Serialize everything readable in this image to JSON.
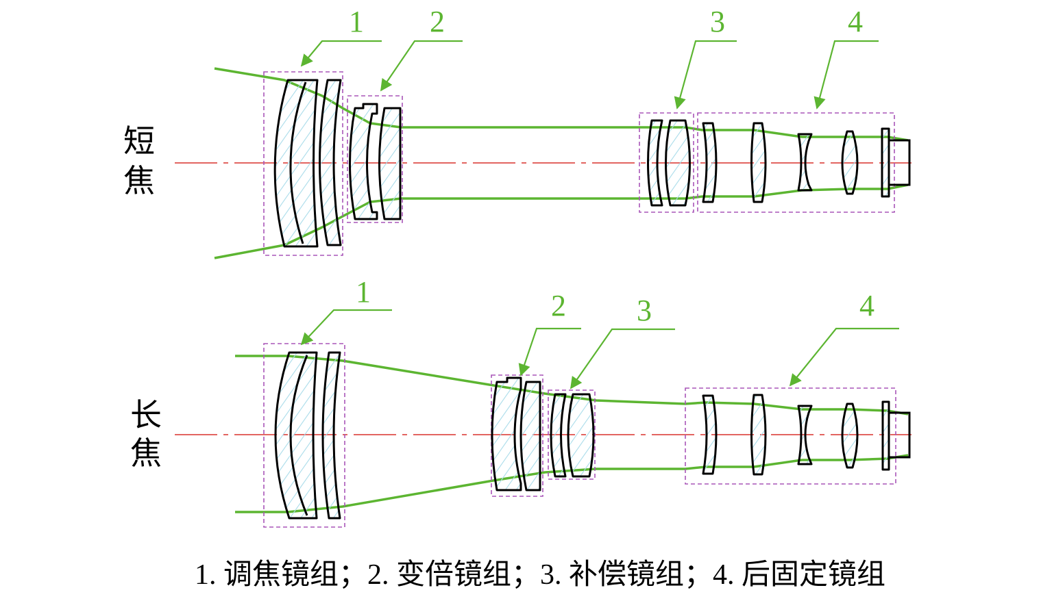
{
  "colors": {
    "ray": "#5cb531",
    "axis": "#d9302c",
    "group_box": "#a855b8",
    "lens": "#000000",
    "hatch": "#a9dcea",
    "label": "#5cb531"
  },
  "short_focus": {
    "label_lines": [
      "短",
      "焦"
    ],
    "groups": [
      {
        "number": "1"
      },
      {
        "number": "2"
      },
      {
        "number": "3"
      },
      {
        "number": "4"
      }
    ]
  },
  "long_focus": {
    "label_lines": [
      "长",
      "焦"
    ],
    "groups": [
      {
        "number": "1"
      },
      {
        "number": "2"
      },
      {
        "number": "3"
      },
      {
        "number": "4"
      }
    ]
  },
  "caption": "1. 调焦镜组；2. 变倍镜组；3. 补偿镜组；4. 后固定镜组"
}
